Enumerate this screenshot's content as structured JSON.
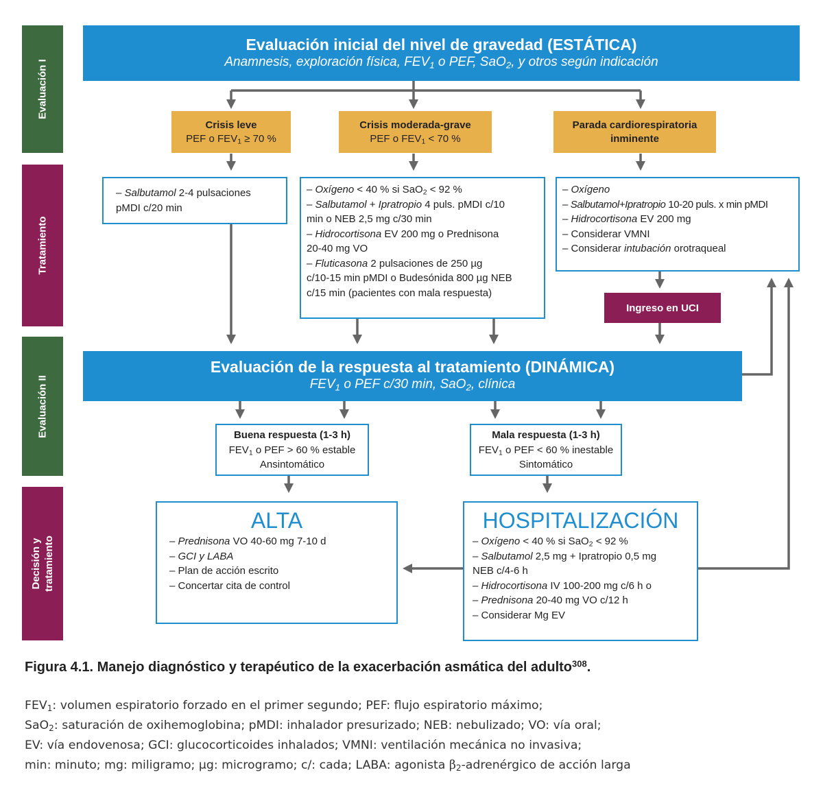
{
  "bands": {
    "evaluacion1": "Evaluación I",
    "tratamiento": "Tratamiento",
    "evaluacion2": "Evaluación II",
    "decision_l1": "Decisión y",
    "decision_l2": "tratamiento"
  },
  "header_static": {
    "title": "Evaluación inicial del nivel de gravedad (ESTÁTICA)",
    "sub_a": "Anamnesis, exploración física, FEV",
    "sub_a_sub": "1",
    "sub_b": " o PEF, SaO",
    "sub_b_sub": "2",
    "sub_c": ", y otros según indicación"
  },
  "crisis_leve": {
    "title": "Crisis leve",
    "a": "PEF o FEV",
    "sub": "1",
    "b": " ≥ 70 %"
  },
  "crisis_moderada": {
    "title": "Crisis moderada-grave",
    "a": "PEF o FEV",
    "sub": "1",
    "b": " < 70 %"
  },
  "parada": {
    "l1": "Parada cardiorespiratoria",
    "l2": "inminente"
  },
  "treat_leve": {
    "l1a": "– ",
    "l1i": "Salbutamol",
    "l1b": " 2-4 pulsaciones",
    "l2": "pMDI c/20 min"
  },
  "treat_moderada": {
    "l1a": "– ",
    "l1i": "Oxígeno",
    "l1b": " < 40 % si SaO",
    "l1sub": "2",
    "l1c": " < 92 %",
    "l2a": "– ",
    "l2i1": "Salbutamol",
    "l2b": " + ",
    "l2i2": "Ipratropio",
    "l2c": " 4 puls. pMDI c/10",
    "l3": "min o NEB 2,5 mg c/30 min",
    "l4a": "– ",
    "l4i": "Hidrocortisona",
    "l4b": " EV 200 mg o Prednisona",
    "l5": "20-40 mg VO",
    "l6a": "– ",
    "l6i": "Fluticasona",
    "l6b": "  2 pulsaciones de 250 µg",
    "l7": "c/10-15 min pMDI o Budesónida 800 µg NEB",
    "l8": "c/15 min (pacientes con mala respuesta)"
  },
  "treat_parada": {
    "l1a": "– ",
    "l1i": "Oxígeno",
    "l2a": "– ",
    "l2i": "Salbutamol+Ipratropio",
    "l2b": " 10-20 puls. x min pMDI",
    "l3a": "– ",
    "l3i": "Hidrocortisona",
    "l3b": " EV 200 mg",
    "l4": "– Considerar VMNI",
    "l5a": "– Considerar ",
    "l5i": "intubación",
    "l5b": " orotraqueal"
  },
  "uci": "Ingreso en UCI",
  "header_dynamic": {
    "title": "Evaluación de la respuesta al tratamiento (DINÁMICA)",
    "sub_a": "FEV",
    "sub_a_sub": "1",
    "sub_b": " o PEF c/30 min, SaO",
    "sub_b_sub": "2",
    "sub_c": ", clínica"
  },
  "buena": {
    "title": "Buena respuesta (1-3 h)",
    "l2a": "FEV",
    "l2sub": "1",
    "l2b": " o PEF > 60 % estable",
    "l3": "Ansintomático"
  },
  "mala": {
    "title": "Mala respuesta (1-3 h)",
    "l2a": "FEV",
    "l2sub": "1",
    "l2b": " o PEF < 60 % inestable",
    "l3": "Sintomático"
  },
  "alta": {
    "title": "ALTA",
    "l1a": "– ",
    "l1i": "Prednisona",
    "l1b": " VO 40-60 mg 7-10 d",
    "l2a": "– ",
    "l2i": "GCI y LABA",
    "l3": "– Plan de acción escrito",
    "l4": "– Concertar cita de control"
  },
  "hosp": {
    "title": "HOSPITALIZACIÓN",
    "l1a": "– ",
    "l1i": "Oxígeno",
    "l1b": " < 40 % si SaO",
    "l1sub": "2",
    "l1c": " < 92 %",
    "l2a": "– ",
    "l2i": "Salbutamol",
    "l2b": " 2,5 mg + Ipratropio 0,5 mg",
    "l3": "NEB c/4-6 h",
    "l4a": "– ",
    "l4i": "Hidrocortisona",
    "l4b": " IV 100-200 mg c/6 h o",
    "l5a": "– ",
    "l5i": "Prednisona",
    "l5b": " 20-40 mg VO c/12 h",
    "l6": "– Considerar Mg EV"
  },
  "caption": {
    "text": "Figura 4.1. Manejo diagnóstico y terapéutico de la exacerbación asmática del adulto",
    "sup": "308",
    "end": "."
  },
  "footnotes": {
    "l1a": "FEV",
    "l1sub": "1",
    "l1b": ": volumen espiratorio forzado en el primer segundo; PEF: flujo espiratorio máximo;",
    "l2a": "SaO",
    "l2sub": "2",
    "l2b": ": saturación de oxihemoglobina; pMDI: inhalador presurizado; NEB: nebulizado; VO: vía oral;",
    "l3": "EV: vía endovenosa; GCI: glucocorticoides inhalados; VMNI: ventilación mecánica no invasiva;",
    "l4a": "min: minuto; mg: miligramo; µg: microgramo; c/: cada; LABA: agonista ",
    "l4beta": "β",
    "l4sub": "2",
    "l4b": "-adrenérgico de acción larga"
  },
  "colors": {
    "blue": "#1f8ed0",
    "orange": "#e8b04b",
    "green": "#3d6b3f",
    "maroon": "#8b1f55",
    "arrow": "#666666"
  }
}
